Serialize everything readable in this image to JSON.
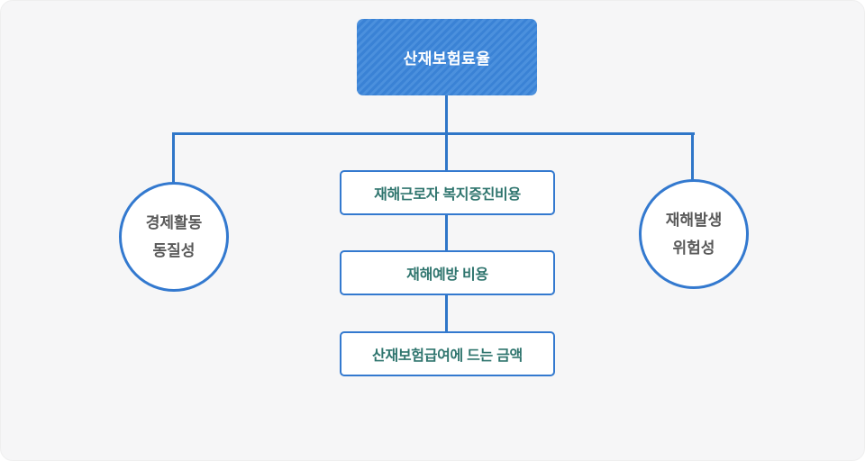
{
  "diagram": {
    "title_node": {
      "label": "산재보험료율"
    },
    "left_circle": {
      "line1": "경제활동",
      "line2": "동질성"
    },
    "right_circle": {
      "line1": "재해발생",
      "line2": "위험성"
    },
    "center_boxes": [
      {
        "label": "재해근로자 복지증진비용"
      },
      {
        "label": "재해예방 비용"
      },
      {
        "label": "산재보험급여에 드는 금액"
      }
    ],
    "colors": {
      "line_blue": "#2f76c8",
      "border_blue": "#3379cf",
      "root_fill_blue": "#3a82d5",
      "root_stripe_blue": "#4b90dd",
      "root_text": "#ffffff",
      "center_text_teal": "#2f756e",
      "circle_text_gray": "#595959",
      "canvas_background": "#f6f6f7"
    }
  }
}
